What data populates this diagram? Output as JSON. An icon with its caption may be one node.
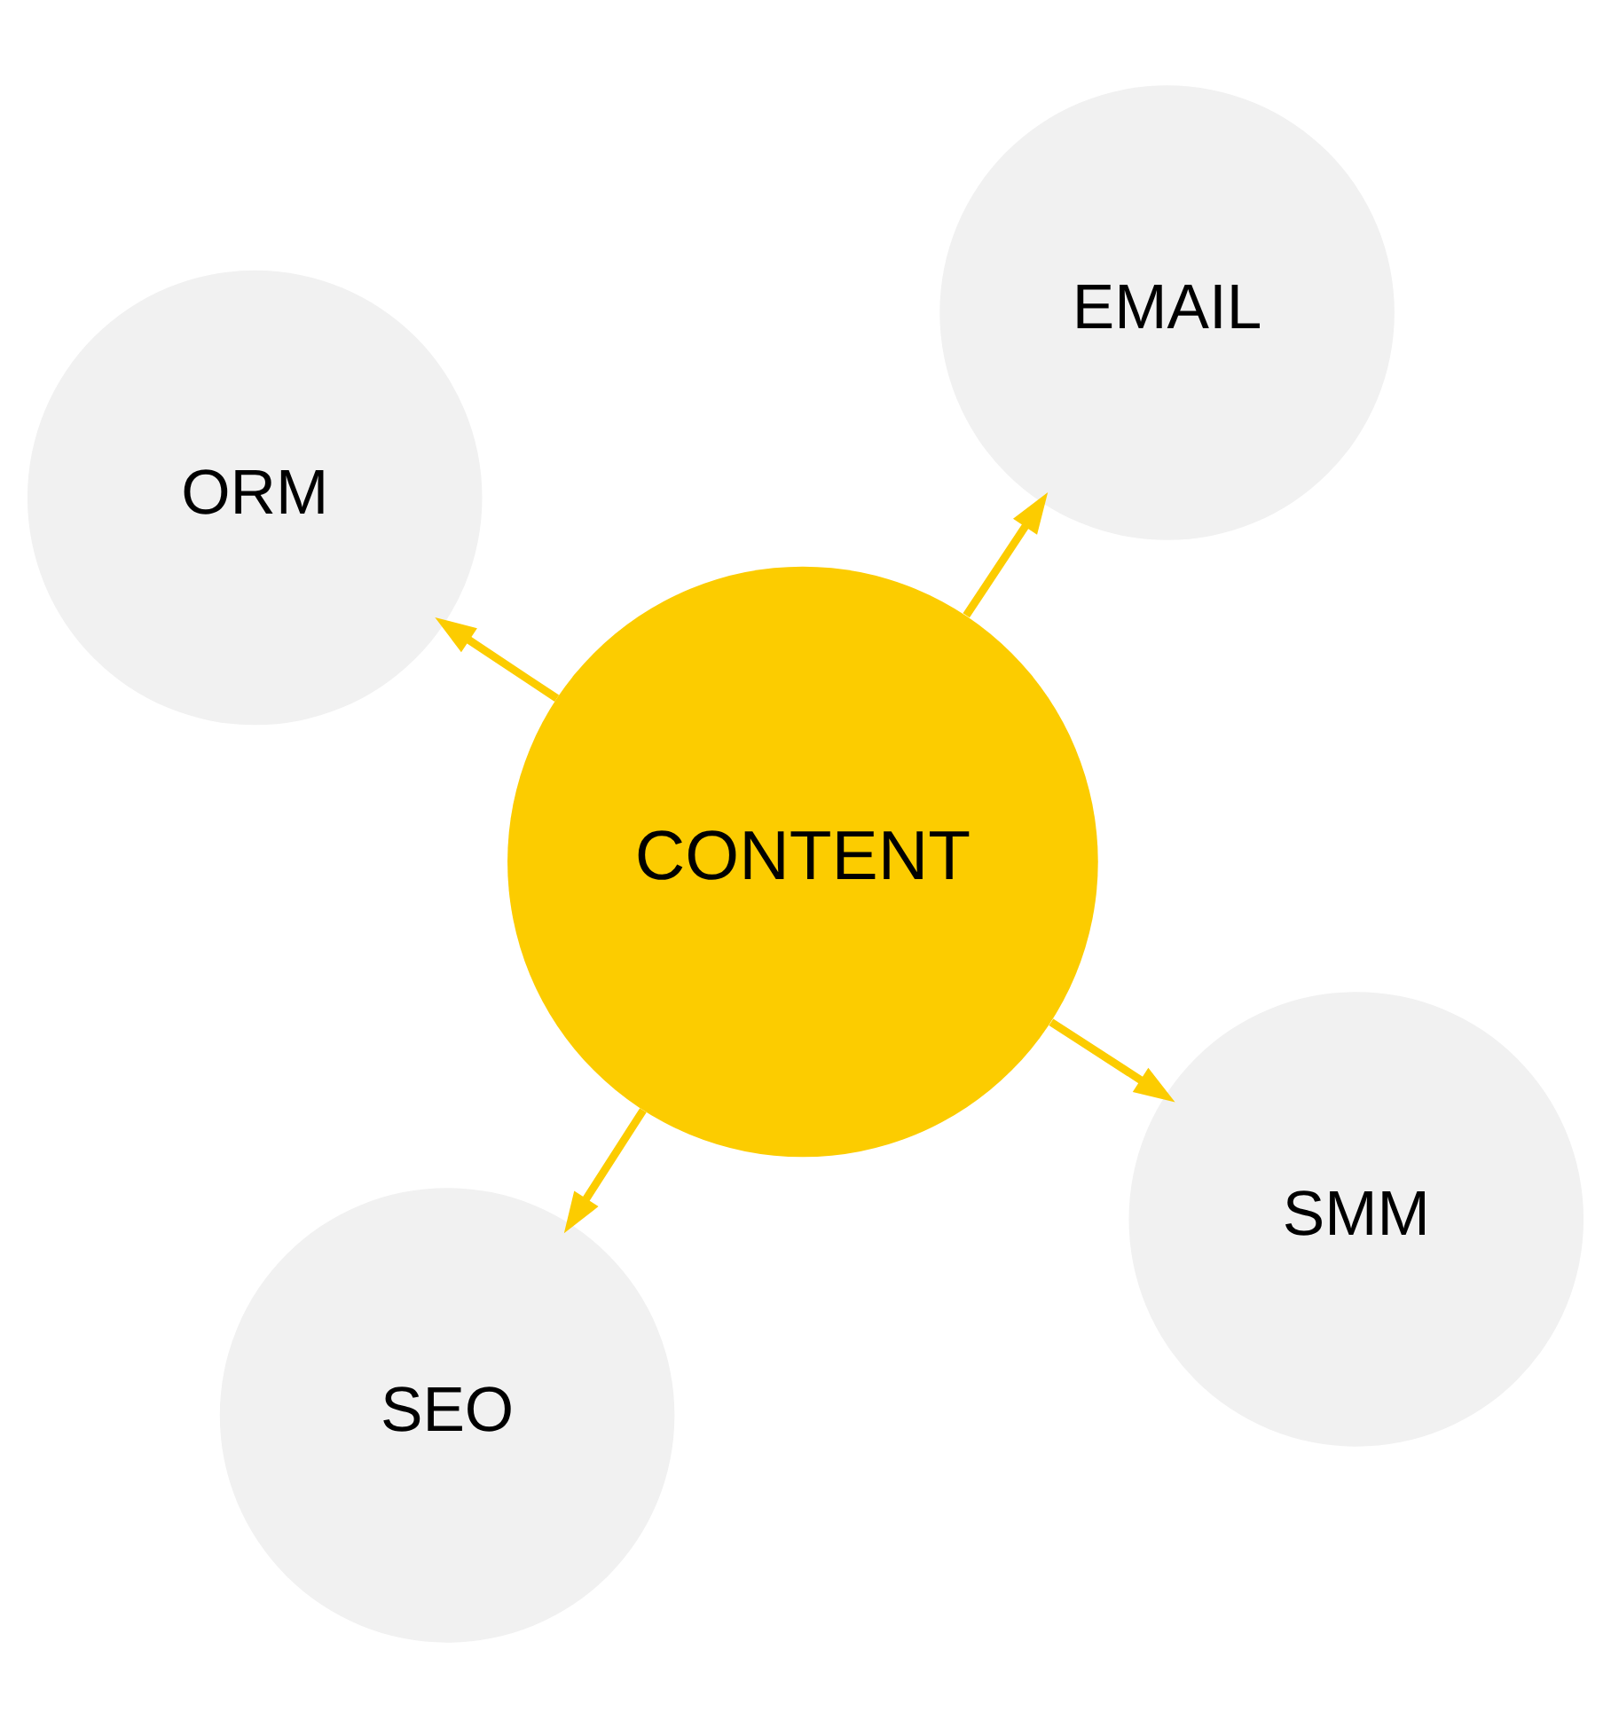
{
  "diagram": {
    "nodes": [
      {
        "text": [
          "CONTENT"
        ]
      },
      {
        "text": [
          "SMM"
        ]
      },
      {
        "text": [
          "SEO"
        ]
      },
      {
        "text": [
          "ORM"
        ]
      },
      {
        "text": [
          "EMAIL"
        ]
      }
    ],
    "edges": [
      {
        "from": 0,
        "to": 1,
        "arrow": "to"
      },
      {
        "from": 0,
        "to": 2,
        "arrow": "to"
      },
      {
        "from": 0,
        "to": 3,
        "arrow": "to"
      },
      {
        "from": 0,
        "to": 4,
        "arrow": "to"
      }
    ]
  }
}
